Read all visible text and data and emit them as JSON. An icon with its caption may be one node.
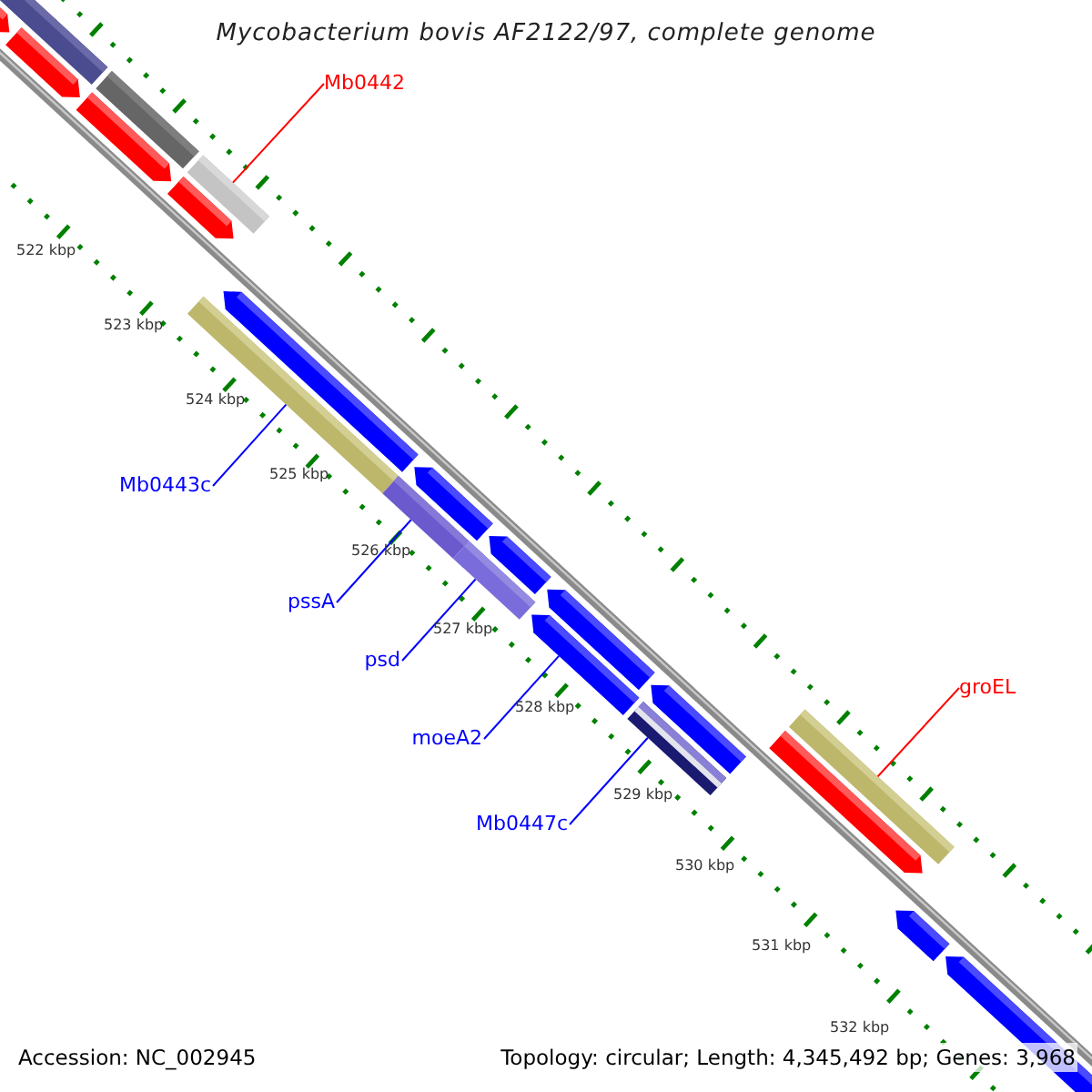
{
  "diagram": {
    "title": "Mycobacterium bovis AF2122/97, complete genome",
    "nodes": [
      {
        "text": [
          "Mb0442"
        ]
      },
      {
        "text": [],
        "shape": "bar"
      },
      {
        "text": [
          "Mb0443c"
        ]
      },
      {
        "text": [],
        "shape": "bar"
      },
      {
        "text": [
          "pssA"
        ]
      },
      {
        "text": [],
        "shape": "bar"
      },
      {
        "text": [
          "psd"
        ]
      },
      {
        "text": [],
        "shape": "bar"
      },
      {
        "text": [
          "groEL"
        ]
      },
      {
        "text": [],
        "shape": "bar"
      },
      {
        "text": [
          "moeA2"
        ]
      },
      {
        "text": [],
        "shape": "bar"
      },
      {
        "text": [
          "Mb0447c"
        ]
      },
      {
        "text": [],
        "shape": "bar"
      }
    ],
    "edges": [
      {
        "from": 0,
        "to": 1,
        "arrow": "none",
        "color": "#ff0000"
      },
      {
        "from": 2,
        "to": 3,
        "arrow": "none"
      },
      {
        "from": 4,
        "to": 5,
        "arrow": "none"
      },
      {
        "from": 6,
        "to": 7,
        "arrow": "none"
      },
      {
        "from": 8,
        "to": 9,
        "arrow": "none",
        "color": "#ff0000"
      },
      {
        "from": 10,
        "to": 11,
        "arrow": "none"
      },
      {
        "from": 12,
        "to": 13,
        "arrow": "none"
      }
    ],
    "labels": [
      "522 kbp",
      "523 kbp",
      "524 kbp",
      "525 kbp",
      "526 kbp",
      "527 kbp",
      "528 kbp",
      "529 kbp",
      "530 kbp",
      "531 kbp",
      "532 kbp",
      "Accession: NC_002945",
      "Topology: circular; Length: 4,345,492 bp; Genes: 3,968"
    ]
  }
}
